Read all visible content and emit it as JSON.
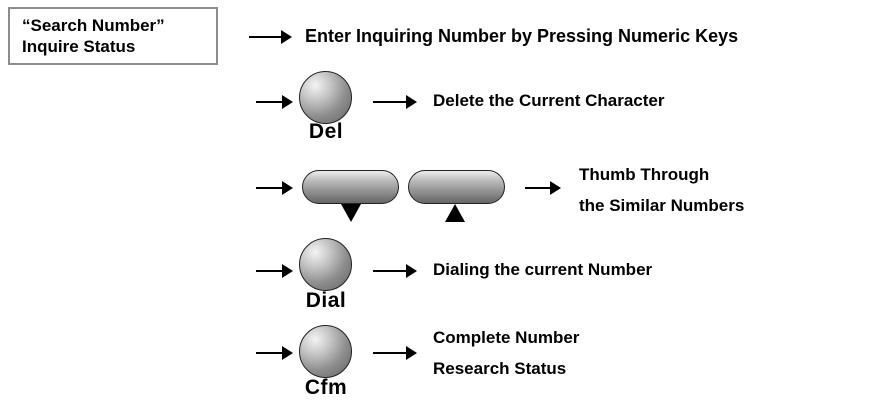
{
  "state_box": {
    "line1": "“Search Number”",
    "line2": "Inquire Status"
  },
  "rows": {
    "enter": {
      "text": "Enter Inquiring Number by Pressing Numeric Keys"
    },
    "del": {
      "key_label": "Del",
      "text": "Delete the Current Character"
    },
    "thumb": {
      "line1": "Thumb Through",
      "line2": "the Similar Numbers"
    },
    "dial": {
      "key_label": "Dial",
      "text": "Dialing the current Number"
    },
    "cfm": {
      "key_label": "Cfm",
      "line1": "Complete Number",
      "line2": "Research Status"
    }
  },
  "arrow_key_symbols": {
    "down": "▼",
    "up": "▲"
  }
}
